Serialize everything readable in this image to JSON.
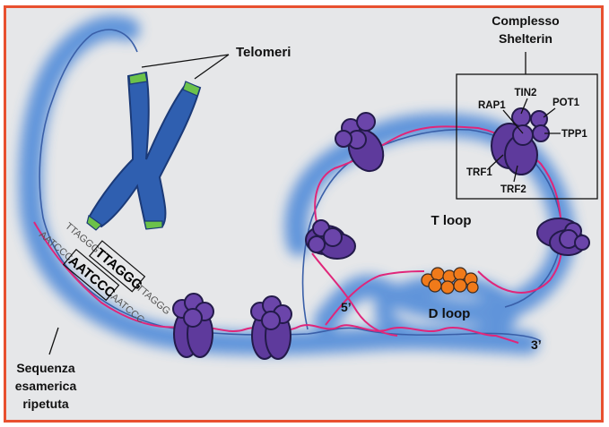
{
  "labels": {
    "telomeres": "Telomeri",
    "shelterin_title_line1": "Complesso",
    "shelterin_title_line2": "Shelterin",
    "t_loop": "T loop",
    "d_loop": "D loop",
    "five_prime": "5’",
    "three_prime": "3’",
    "hexamer_line1": "Sequenza",
    "hexamer_line2": "esamerica",
    "hexamer_line3": "ripetuta"
  },
  "shelterin_proteins": [
    "TIN2",
    "RAP1",
    "POT1",
    "TPP1",
    "TRF1",
    "TRF2"
  ],
  "sequences": {
    "top_strand_prefix": "TTAGGG",
    "top_strand_highlight": "TTAGGG",
    "top_strand_suffix": "TTAGGG",
    "bottom_strand_prefix": "AATCCC",
    "bottom_strand_highlight": "AATCCC",
    "bottom_strand_suffix": "AATCCC"
  },
  "colors": {
    "border": "#e8502f",
    "background": "#e6e7e9",
    "chromosome": "#2f5fb0",
    "telomere_cap": "#6cc24a",
    "protein": "#5e3a9c",
    "dna_strand_pink": "#e0267a",
    "dna_strand_blue": "#3a5fa8",
    "dna_glow": "#4a86d8",
    "dloop_protein": "#f07a1a"
  }
}
